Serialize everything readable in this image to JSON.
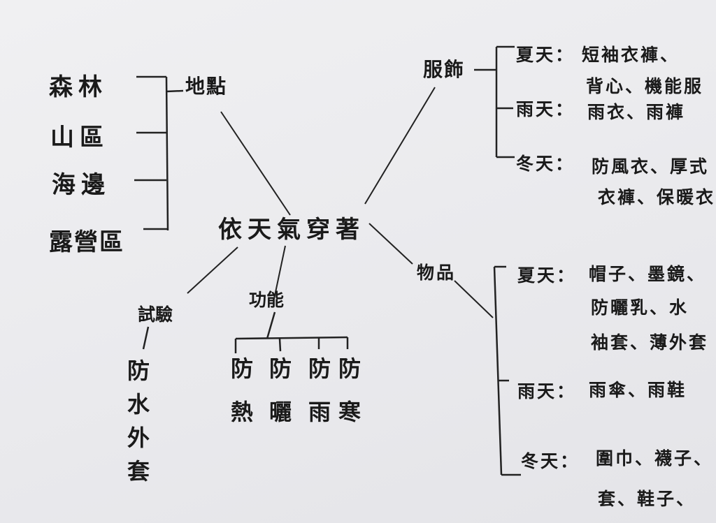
{
  "center": "依天氣穿著",
  "branches": {
    "location": {
      "label": "地點",
      "items": [
        "森林",
        "山區",
        "海邊",
        "露營區"
      ]
    },
    "clothing": {
      "label": "服飾",
      "seasons": [
        {
          "name": "夏天：",
          "lines": [
            "短袖衣褲、",
            "背心、機能服"
          ]
        },
        {
          "name": "雨天：",
          "lines": [
            "雨衣、雨褲"
          ]
        },
        {
          "name": "冬天：",
          "lines": [
            "防風衣、厚式",
            "衣褲、保暖衣"
          ]
        }
      ]
    },
    "items": {
      "label": "物品",
      "seasons": [
        {
          "name": "夏天：",
          "lines": [
            "帽子、墨鏡、",
            "防曬乳、水",
            "袖套、薄外套"
          ]
        },
        {
          "name": "雨天：",
          "lines": [
            "雨傘、雨鞋"
          ]
        },
        {
          "name": "冬天：",
          "lines": [
            "圍巾、襪子、",
            "套、鞋子、"
          ]
        }
      ]
    },
    "experiment": {
      "label": "試驗",
      "items": [
        "防",
        "水",
        "外",
        "套"
      ]
    },
    "function": {
      "label": "功能",
      "items": [
        [
          "防",
          "熱"
        ],
        [
          "防",
          "曬"
        ],
        [
          "防",
          "雨"
        ],
        [
          "防",
          "寒"
        ]
      ]
    }
  }
}
